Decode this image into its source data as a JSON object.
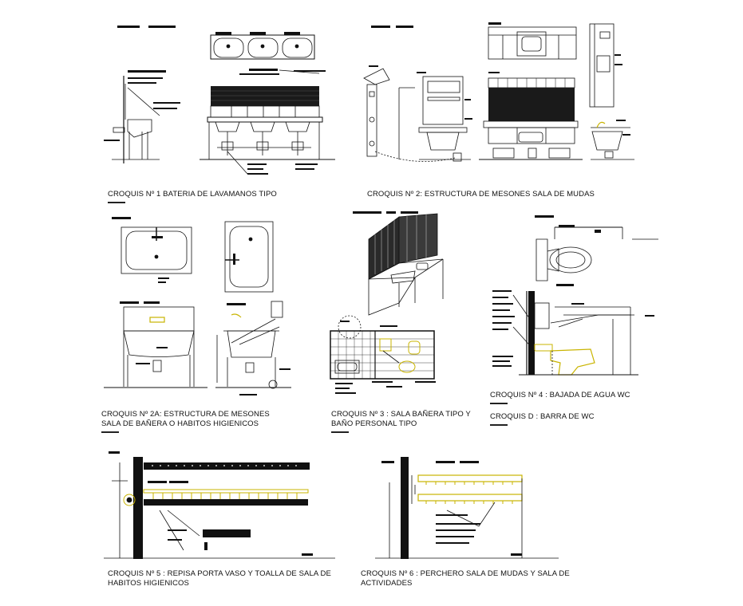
{
  "sketches": [
    {
      "id": "1",
      "lines": [
        "CROQUIS Nº 1 BATERIA DE LAVAMANOS TIPO"
      ]
    },
    {
      "id": "2",
      "lines": [
        "CROQUIS Nº 2: ESTRUCTURA DE MESONES  SALA DE MUDAS"
      ]
    },
    {
      "id": "2A",
      "lines": [
        "CROQUIS Nº 2A: ESTRUCTURA DE MESONES",
        "SALA DE BAÑERA  O HABITOS HIGIENICOS"
      ]
    },
    {
      "id": "3",
      "lines": [
        "CROQUIS Nº 3 : SALA BAÑERA TIPO Y",
        "BAÑO PERSONAL TIPO"
      ]
    },
    {
      "id": "4",
      "lines": [
        "CROQUIS Nº 4 : BAJADA DE AGUA WC"
      ]
    },
    {
      "id": "D",
      "lines": [
        "CROQUIS D : BARRA DE WC"
      ]
    },
    {
      "id": "5",
      "lines": [
        "CROQUIS Nº 5 : REPISA PORTA VASO Y TOALLA DE SALA DE",
        "HABITOS HIGIENICOS"
      ]
    },
    {
      "id": "6",
      "lines": [
        "CROQUIS Nº 6 : PERCHERO SALA DE MUDAS Y SALA DE",
        "ACTIVIDADES"
      ]
    }
  ],
  "colors": {
    "line": "#111111",
    "accent": "#c9b400",
    "fill_dark": "#1a1a1a"
  }
}
